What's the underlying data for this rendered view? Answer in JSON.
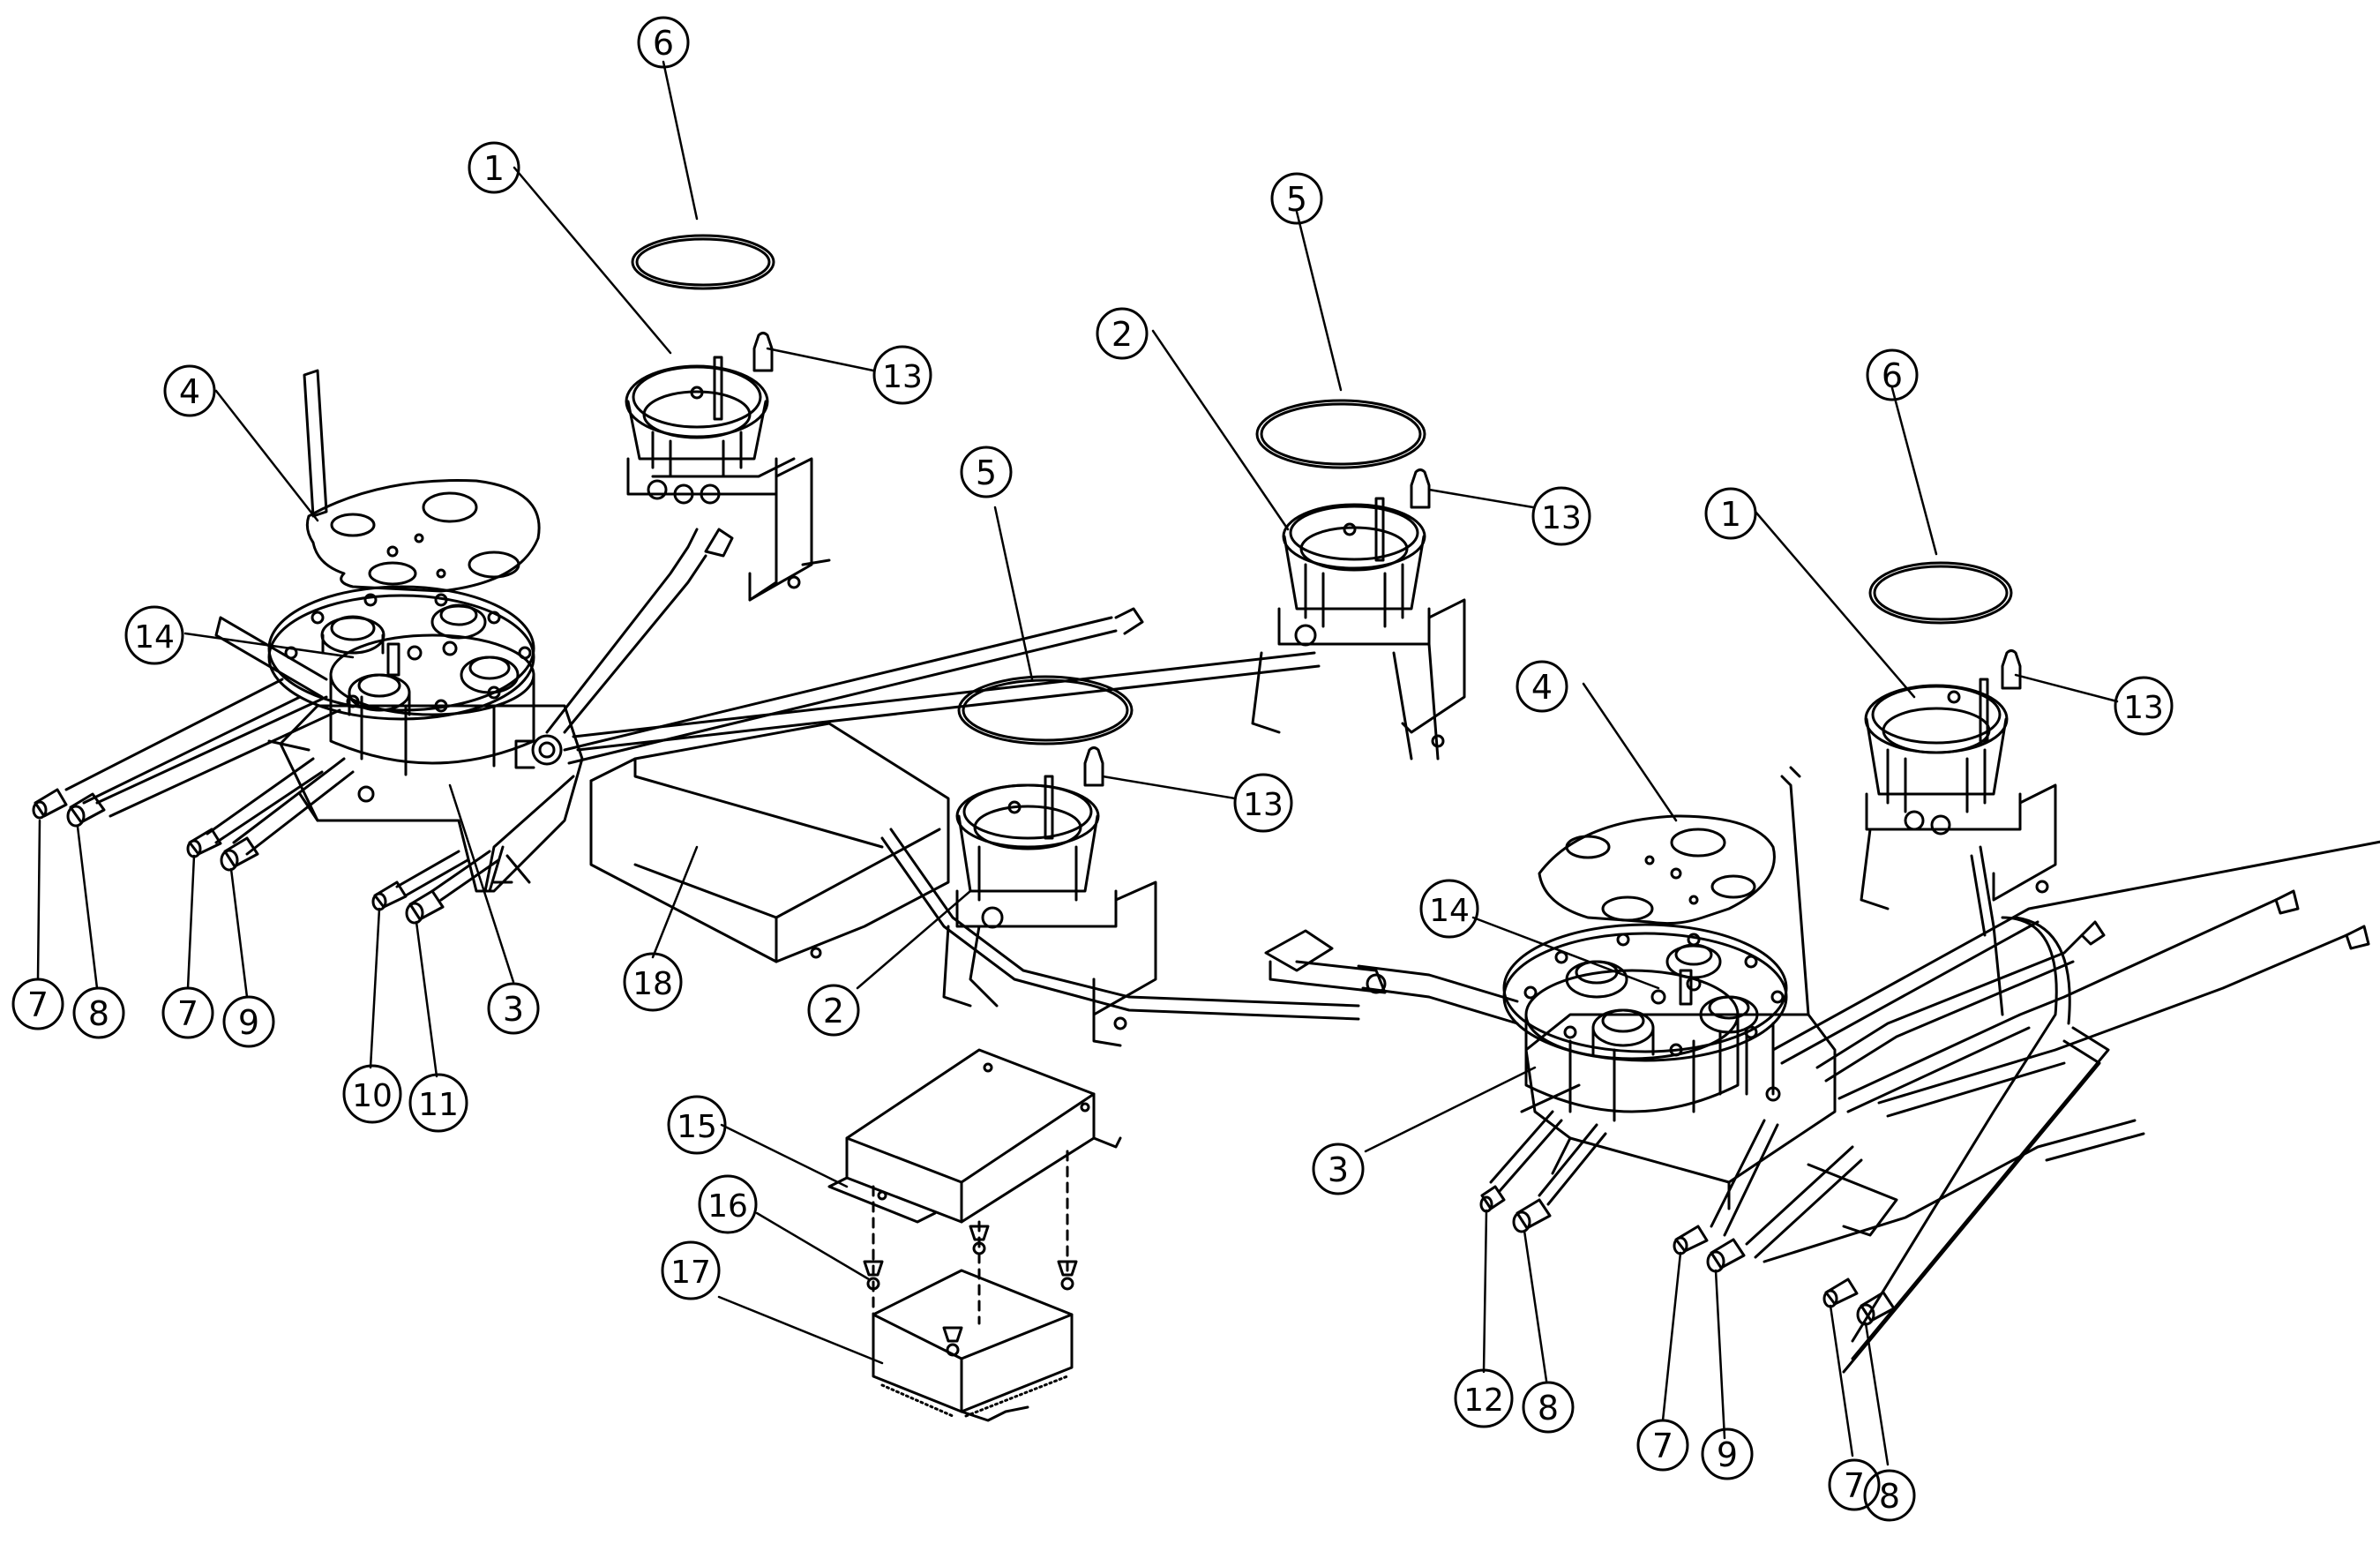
{
  "callouts": [
    {
      "id": "c6a",
      "label": "6"
    },
    {
      "id": "c1a",
      "label": "1"
    },
    {
      "id": "c5a",
      "label": "5"
    },
    {
      "id": "c2a",
      "label": "2"
    },
    {
      "id": "c6b",
      "label": "6"
    },
    {
      "id": "c1b",
      "label": "1"
    },
    {
      "id": "c13a",
      "label": "13"
    },
    {
      "id": "c13b",
      "label": "13"
    },
    {
      "id": "c13c",
      "label": "13"
    },
    {
      "id": "c13d",
      "label": "13"
    },
    {
      "id": "c4a",
      "label": "4"
    },
    {
      "id": "c5b",
      "label": "5"
    },
    {
      "id": "c4b",
      "label": "4"
    },
    {
      "id": "c14a",
      "label": "14"
    },
    {
      "id": "c14b",
      "label": "14"
    },
    {
      "id": "c7a",
      "label": "7"
    },
    {
      "id": "c8a",
      "label": "8"
    },
    {
      "id": "c7b",
      "label": "7"
    },
    {
      "id": "c9a",
      "label": "9"
    },
    {
      "id": "c10",
      "label": "10"
    },
    {
      "id": "c11",
      "label": "11"
    },
    {
      "id": "c3a",
      "label": "3"
    },
    {
      "id": "c18",
      "label": "18"
    },
    {
      "id": "c2b",
      "label": "2"
    },
    {
      "id": "c3b",
      "label": "3"
    },
    {
      "id": "c15",
      "label": "15"
    },
    {
      "id": "c16",
      "label": "16"
    },
    {
      "id": "c17",
      "label": "17"
    },
    {
      "id": "c12",
      "label": "12"
    },
    {
      "id": "c8b",
      "label": "8"
    },
    {
      "id": "c7c",
      "label": "7"
    },
    {
      "id": "c9b",
      "label": "9"
    },
    {
      "id": "c7d",
      "label": "7"
    },
    {
      "id": "c8c",
      "label": "8"
    }
  ]
}
